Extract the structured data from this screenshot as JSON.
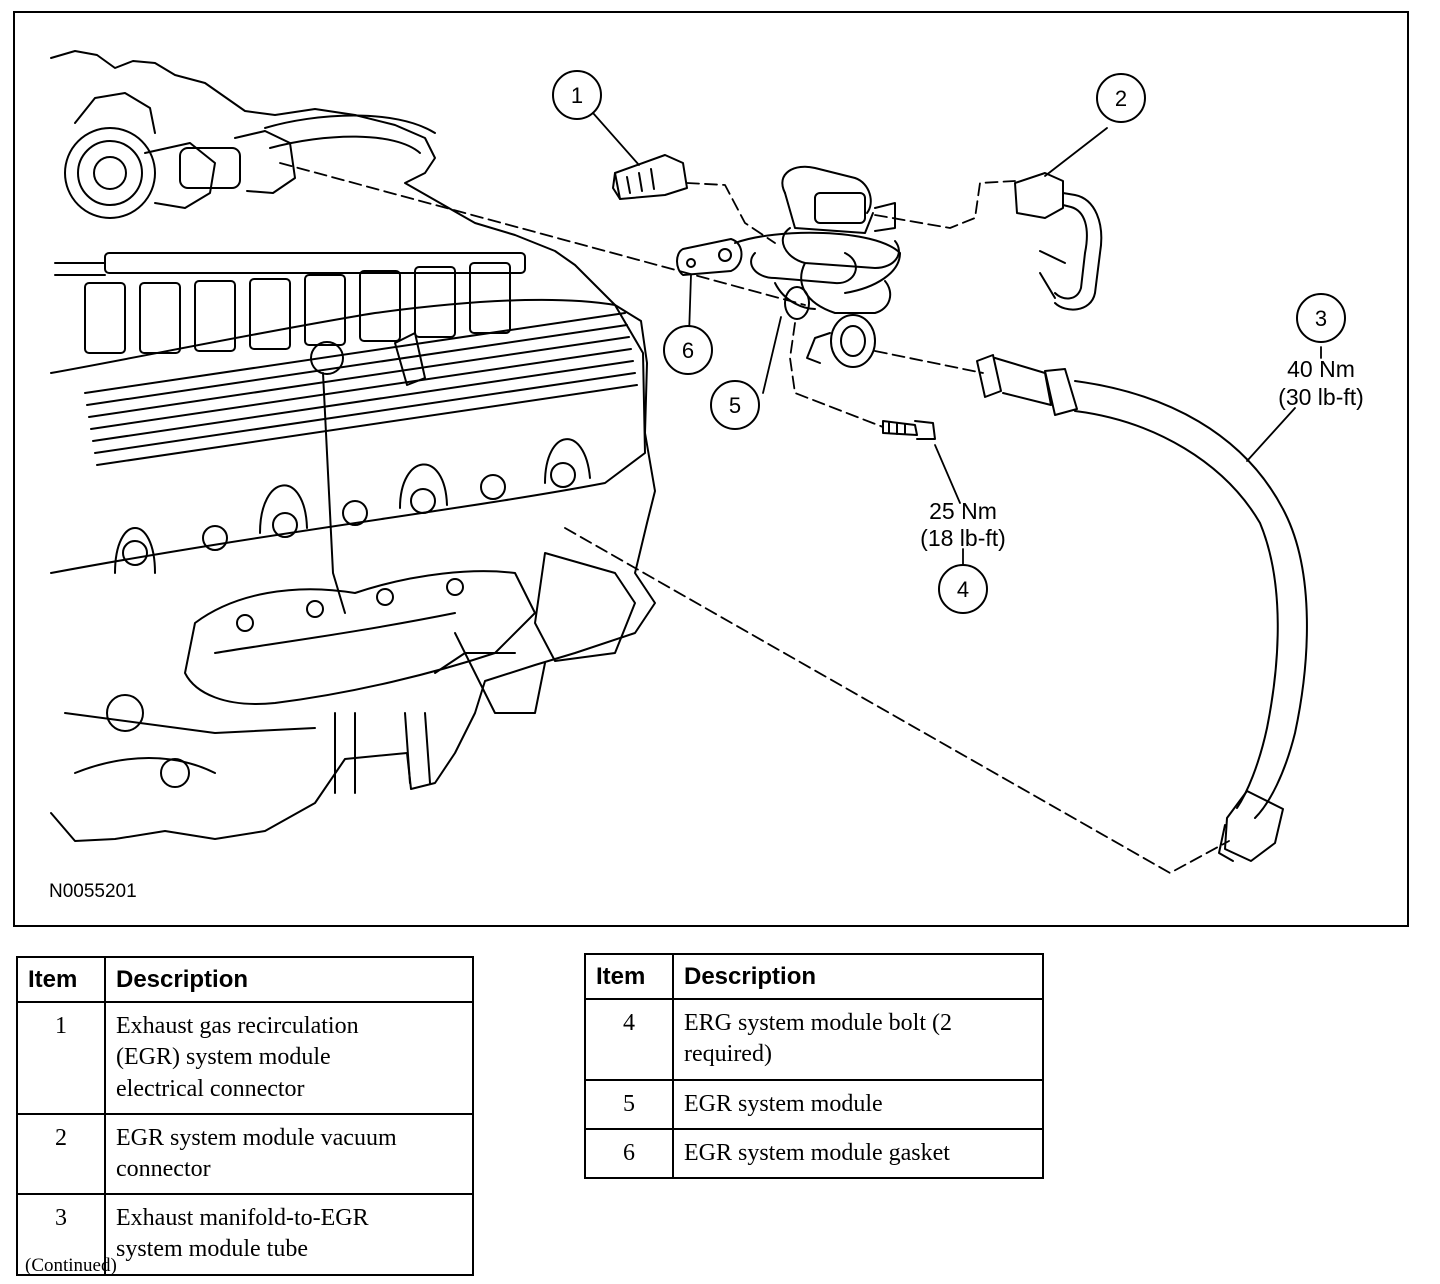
{
  "figure": {
    "id": "N0055201",
    "callouts": [
      "1",
      "2",
      "3",
      "4",
      "5",
      "6"
    ],
    "torque_3": {
      "nm": "40 Nm",
      "lbft": "(30 lb-ft)"
    },
    "torque_4": {
      "nm": "25 Nm",
      "lbft": "(18 lb-ft)"
    }
  },
  "legend_left": {
    "header_item": "Item",
    "header_desc": "Description",
    "rows": [
      {
        "item": "1",
        "lines": [
          "Exhaust gas recirculation",
          "(EGR) system module",
          "electrical connector"
        ]
      },
      {
        "item": "2",
        "lines": [
          "EGR system module vacuum",
          "connector"
        ]
      },
      {
        "item": "3",
        "lines": [
          "Exhaust manifold-to-EGR",
          "system module tube"
        ]
      }
    ]
  },
  "legend_right": {
    "header_item": "Item",
    "header_desc": "Description",
    "rows": [
      {
        "item": "4",
        "lines": [
          "ERG system module bolt (2",
          "required)"
        ]
      },
      {
        "item": "5",
        "lines": [
          "EGR system module"
        ]
      },
      {
        "item": "6",
        "lines": [
          "EGR system module gasket"
        ]
      }
    ]
  },
  "continued": "(Continued)"
}
